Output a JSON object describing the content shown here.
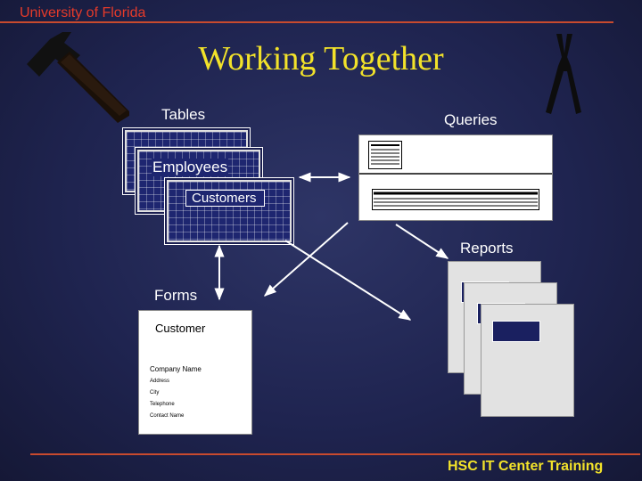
{
  "header": {
    "org": "University of Florida"
  },
  "title": "Working Together",
  "sections": {
    "tables": "Tables",
    "queries": "Queries",
    "reports": "Reports",
    "forms": "Forms"
  },
  "tables": {
    "table1": "Employees",
    "table2": "Customers"
  },
  "form": {
    "title": "Customer",
    "fields": [
      "Company Name",
      "Address",
      "City",
      "Telephone",
      "Contact Name"
    ]
  },
  "footer": {
    "text": "HSC IT Center Training"
  },
  "icons": [
    "hammer-icon",
    "pliers-icon"
  ],
  "colors": {
    "background": "#1f2450",
    "accent": "#c84a2e",
    "title": "#f2e22a",
    "header_text": "#e43a2a"
  }
}
